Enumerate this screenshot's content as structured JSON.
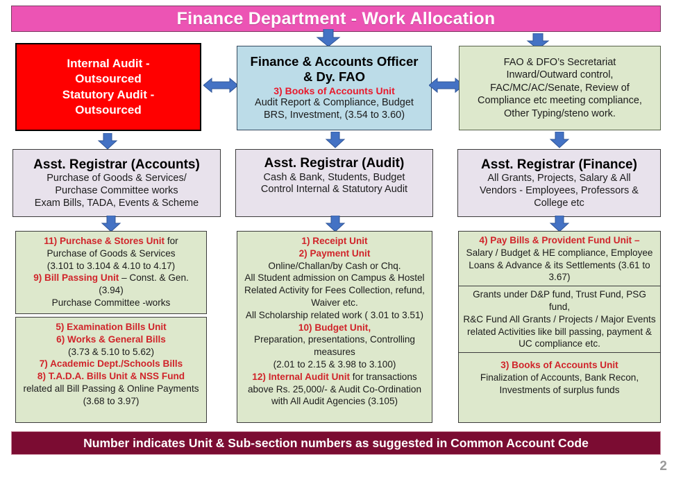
{
  "header": {
    "title": "Finance Department - Work Allocation",
    "banner_color": "#ec54b4"
  },
  "footer": {
    "note": "Number indicates Unit & Sub-section numbers as suggested in  Common Account Code",
    "banner_color": "#7b0c32",
    "page_number": "2"
  },
  "colors": {
    "audit_red": "#ff0000",
    "officer_blue": "#bcdce8",
    "registrar_lavender": "#e8e2ec",
    "unit_green": "#dde8cc",
    "accent_red_text": "#d0242a",
    "arrow_blue": "#4472c4"
  },
  "row1": {
    "audit_box": {
      "name": "Internal / Statutory Audit",
      "lines": [
        "Internal Audit -",
        "Outsourced",
        "Statutory Audit -",
        "Outsourced"
      ]
    },
    "officer_box": {
      "heading": [
        "Finance & Accounts Officer",
        "& Dy. FAO"
      ],
      "unit": "3) Books of Accounts Unit",
      "body": [
        "Audit Report & Compliance, Budget",
        "BRS, Investment, (3.54 to 3.60)"
      ]
    },
    "secretariat_box": {
      "lines": [
        "FAO & DFO’s Secretariat",
        "Inward/Outward control,",
        "FAC/MC/AC/Senate, Review of",
        "Compliance etc meeting compliance,",
        "Other Typing/steno work."
      ]
    }
  },
  "row2": [
    {
      "id": "accounts",
      "heading": "Asst. Registrar (Accounts)",
      "body": [
        "Purchase of Goods & Services/",
        "Purchase Committee works",
        "Exam Bills, TADA, Events & Scheme"
      ]
    },
    {
      "id": "audit",
      "heading": "Asst. Registrar (Audit)",
      "body": [
        "Cash & Bank,   Students,  Budget",
        "Control Internal & Statutory Audit"
      ]
    },
    {
      "id": "finance",
      "heading": "Asst. Registrar (Finance)",
      "body": [
        "All Grants, Projects, Salary & All",
        "Vendors - Employees, Professors &",
        "College etc"
      ]
    }
  ],
  "row3": {
    "accounts_top": [
      {
        "red": "11) Purchase  & Stores  Unit ",
        "black": "for"
      },
      {
        "red": "",
        "black": "Purchase of Goods & Services"
      },
      {
        "red": "",
        "black": "(3.101 to 3.104  & 4.10  to 4.17)"
      },
      {
        "red": "9) Bill Passing Unit ",
        "black": "– Const. & Gen. (3.94)"
      },
      {
        "red": "",
        "black": "Purchase Committee  -works"
      }
    ],
    "accounts_bottom": [
      {
        "red": "5) Examination  Bills Unit",
        "black": ""
      },
      {
        "red": "6) Works  & General Bills",
        "black": ""
      },
      {
        "red": "",
        "black": "(3.73 & 5.10  to 5.62)"
      },
      {
        "red": "7) Academic  Dept./Schools  Bills",
        "black": ""
      },
      {
        "red": "8) T.A.D.A.  Bills Unit  & NSS Fund",
        "black": ""
      },
      {
        "red": "",
        "black": "related all Bill  Passing & Online Payments"
      },
      {
        "red": "",
        "black": "(3.68 to 3.97)"
      }
    ],
    "audit_unit": [
      {
        "red": "1) Receipt Unit",
        "black": ""
      },
      {
        "red": "2) Payment Unit",
        "black": ""
      },
      {
        "red": "",
        "black": "Online/Challan/by Cash or Chq."
      },
      {
        "red": "",
        "black": "All Student admission on  Campus & Hostel"
      },
      {
        "red": "",
        "black": "Related Activity for Fees Collection,   refund,"
      },
      {
        "red": "",
        "black": "Waiver etc."
      },
      {
        "red": "",
        "black": "All Scholarship  related work ( 3.01  to 3.51)"
      },
      {
        "red": "10) Budget Unit,",
        "black": ""
      },
      {
        "red": "",
        "black": "Preparation, presentations, Controlling"
      },
      {
        "red": "",
        "black": "measures"
      },
      {
        "red": "",
        "black": "(2.01 to 2.15  & 3.98  to 3.100)"
      },
      {
        "red": "12) Internal  Audit Unit ",
        "black": "for transactions"
      },
      {
        "red": "",
        "black": "above Rs. 25,000/-   & Audit  Co-Ordination"
      },
      {
        "red": "",
        "black": "with All Audit Agencies (3.105)"
      }
    ],
    "finance_top": [
      {
        "red": "4) Pay Bills & Provident  Fund Unit –",
        "black": ""
      },
      {
        "red": "",
        "black": "Salary / Budget & HE compliance,  Employee"
      },
      {
        "red": "",
        "black": "Loans & Advance & its Settlements (3.61  to"
      },
      {
        "red": "",
        "black": "3.67)"
      }
    ],
    "finance_mid": [
      {
        "red": "",
        "black": "Grants under D&P fund, Trust  Fund, PSG fund,"
      },
      {
        "red": "",
        "black": "R&C Fund All Grants / Projects / Major  Events"
      },
      {
        "red": "",
        "black": "related Activities  like bill passing, payment &"
      },
      {
        "red": "",
        "black": "UC compliance  etc."
      }
    ],
    "finance_bottom": [
      {
        "red": "3) Books of Accounts Unit",
        "black": ""
      },
      {
        "red": "",
        "black": "Finalization of Accounts,  Bank Recon,"
      },
      {
        "red": "",
        "black": "Investments of surplus funds"
      }
    ]
  },
  "arrows": {
    "down_to_officer": "arrow-down-icon",
    "audit_to_officer": "arrow-left-right-icon",
    "officer_to_secretariat": "arrow-left-right-icon",
    "officer_down": "arrow-down-icon",
    "registrar_down_accounts": "arrow-down-icon",
    "registrar_down_audit": "arrow-down-icon",
    "registrar_down_finance": "arrow-down-icon"
  }
}
